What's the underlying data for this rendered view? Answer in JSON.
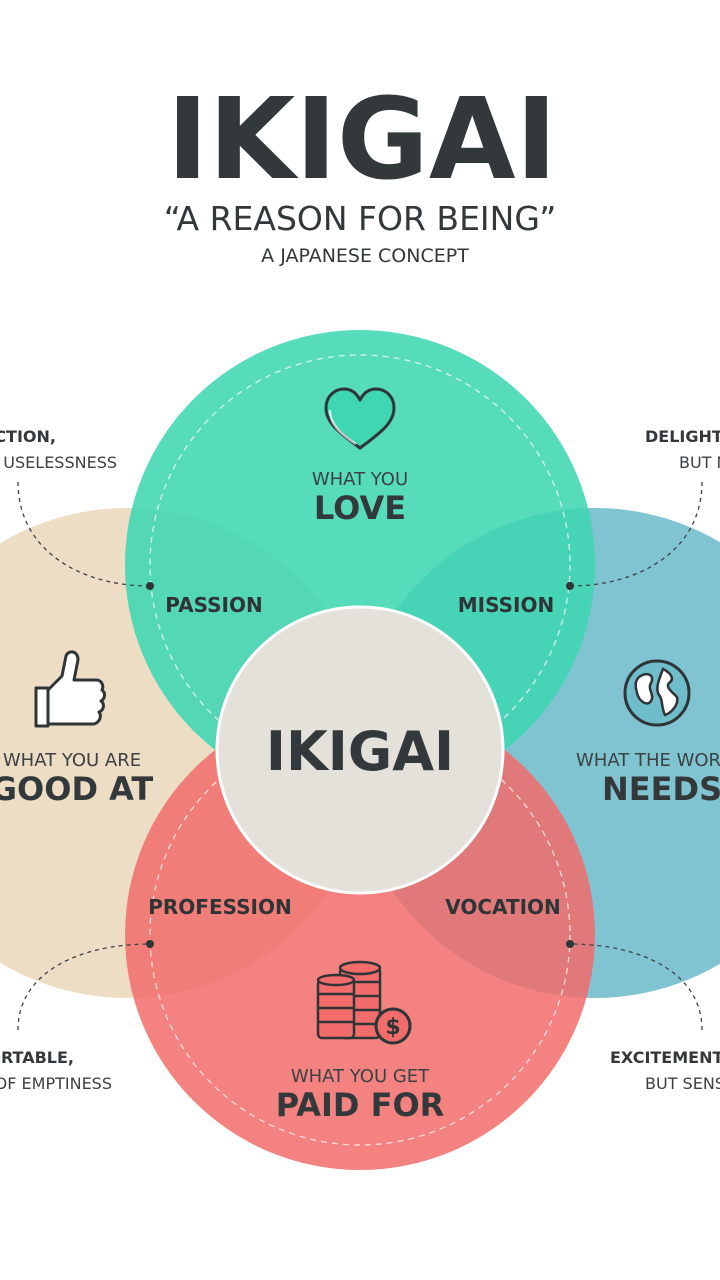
{
  "header": {
    "title": "IKIGAI",
    "subtitle": "“A REASON FOR BEING”",
    "tagline": "A JAPANESE CONCEPT"
  },
  "circles": {
    "love": {
      "small": "WHAT YOU",
      "big": "LOVE",
      "icon": "heart-icon"
    },
    "good_at": {
      "small": "WHAT YOU ARE",
      "big": "GOOD AT",
      "icon": "thumbs-up-icon"
    },
    "world_needs": {
      "small": "WHAT THE WORLD",
      "big": "NEEDS",
      "icon": "globe-icon"
    },
    "paid_for": {
      "small": "WHAT YOU GET",
      "big": "PAID FOR",
      "icon": "coins-dollar-icon"
    }
  },
  "overlaps": {
    "passion": "PASSION",
    "mission": "MISSION",
    "profession": "PROFESSION",
    "vocation": "VOCATION"
  },
  "center": {
    "label": "IKIGAI"
  },
  "side_notes": {
    "top_left": {
      "bold": "SATISFACTION,",
      "normal": "BUT FEELING OF USELESSNESS"
    },
    "top_right": {
      "bold": "DELIGHT AND FULLNESS,",
      "normal": "BUT NO WEALTH"
    },
    "bottom_left": {
      "bold": "COMFORTABLE,",
      "normal": "BUT FEELING OF EMPTINESS"
    },
    "bottom_right": {
      "bold": "EXCITEMENT AND COMPLACENCY,",
      "normal": "BUT SENSE OF UNCERTAINTY"
    }
  },
  "colors": {
    "love": "#3fd6b2",
    "good_at": "#ead9be",
    "world_needs": "#6fbccb",
    "paid_for": "#f26c6b",
    "center": "#e4e0da"
  }
}
